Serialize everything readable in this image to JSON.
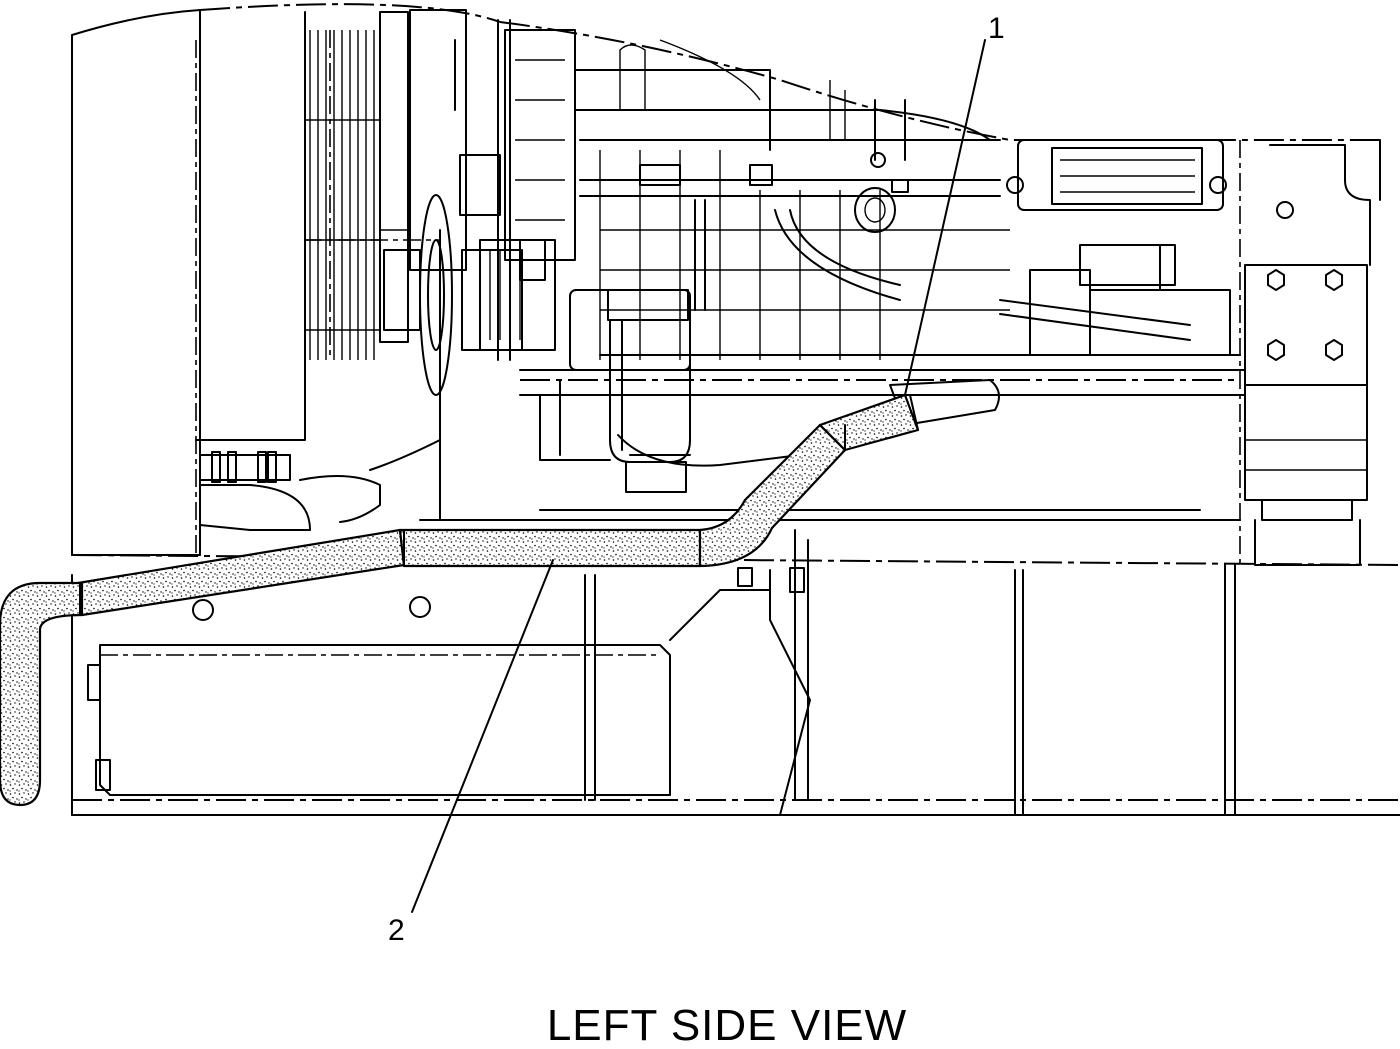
{
  "view_title": "LEFT SIDE VIEW",
  "callouts": [
    {
      "id": "1",
      "label": "1"
    },
    {
      "id": "2",
      "label": "2"
    }
  ]
}
